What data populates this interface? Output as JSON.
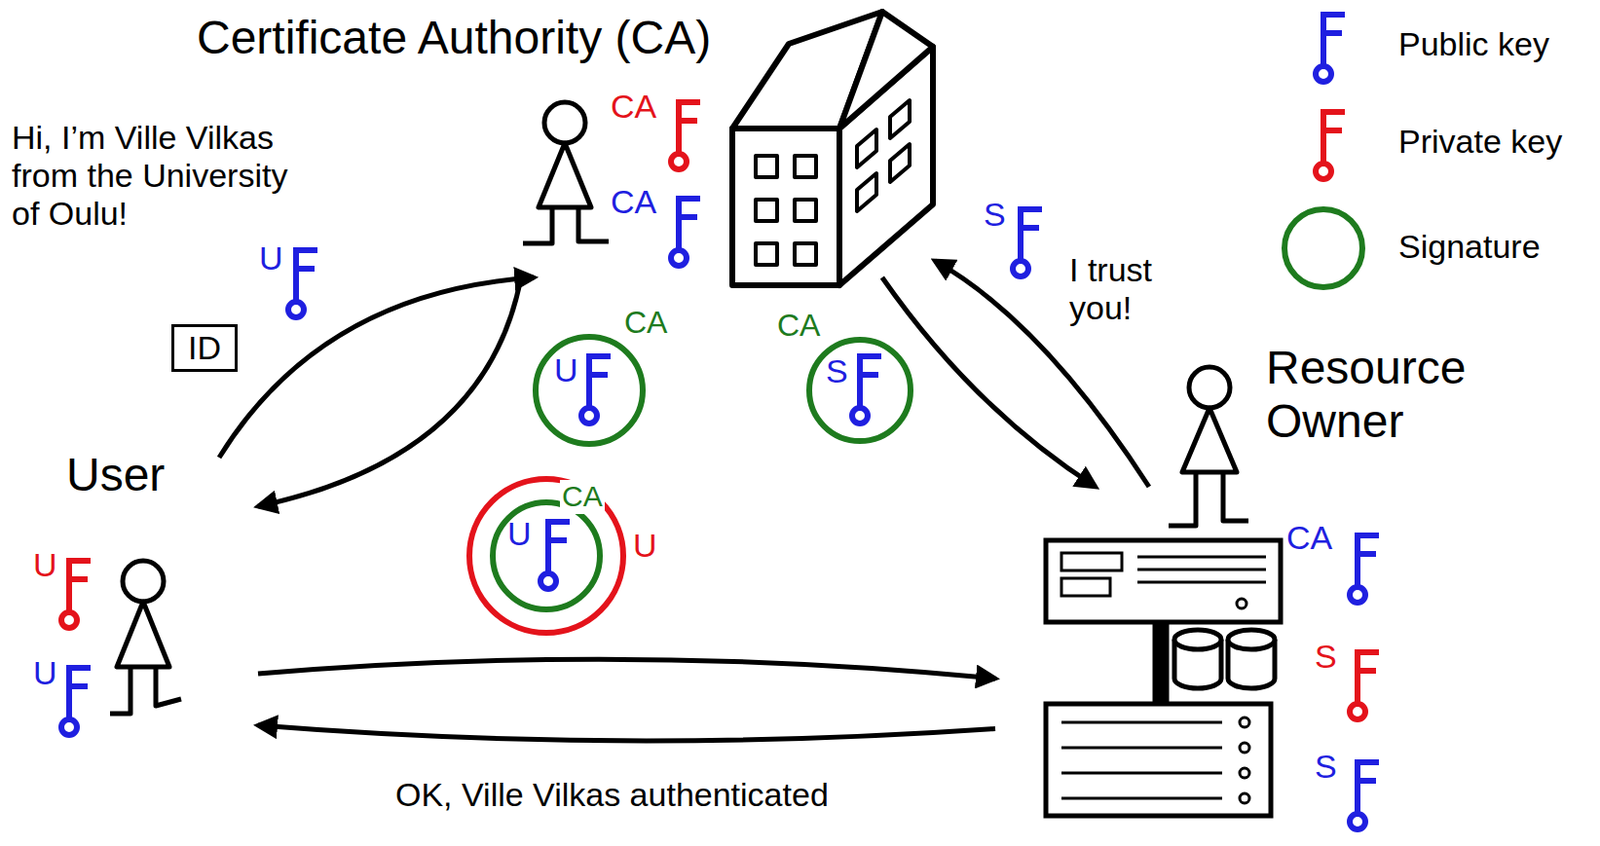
{
  "diagram": {
    "nodes": [
      {
        "text": [
          "Certificate Authority (CA)"
        ]
      },
      {
        "text": [
          "User"
        ]
      },
      {
        "text": [
          "Resource Owner"
        ]
      },
      {
        "text": [
          "ID"
        ]
      },
      {
        "text": [
          "CA",
          "U"
        ]
      },
      {
        "text": [
          "CA",
          "S"
        ]
      },
      {
        "text": [
          "U"
        ]
      },
      {
        "text": [
          "CA",
          "U"
        ],
        "in": 6
      }
    ],
    "edges": [
      {
        "from": 1,
        "to": 0,
        "arrow": "to"
      },
      {
        "from": 0,
        "to": 1,
        "arrow": "to"
      },
      {
        "from": 0,
        "to": 2,
        "arrow": "to"
      },
      {
        "from": 2,
        "to": 0,
        "arrow": "to"
      },
      {
        "from": 1,
        "to": 2,
        "arrow": "to"
      },
      {
        "from": 2,
        "to": 1,
        "label": "OK, Ville Vilkas authenticated",
        "arrow": "to"
      }
    ],
    "labels": [
      "Hi, I’m Ville Vilkas from the University of Oulu!",
      "CA",
      "CA",
      "U",
      "S",
      "I trust you!",
      "U",
      "U",
      "CA",
      "S",
      "S"
    ],
    "legend": [
      {
        "text": "Public key"
      },
      {
        "text": "Private key"
      },
      {
        "text": "Signature"
      }
    ]
  }
}
